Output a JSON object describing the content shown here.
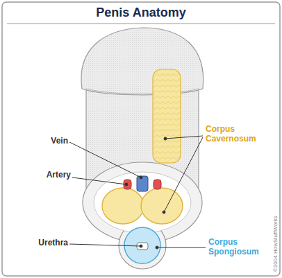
{
  "diagram": {
    "title": "Penis Anatomy",
    "labels": [
      "Vein",
      "Artery",
      "Urethra",
      "Corpus Cavernosum",
      "Corpus Spongiosum",
      "©2004 HowStuffWorks"
    ]
  }
}
